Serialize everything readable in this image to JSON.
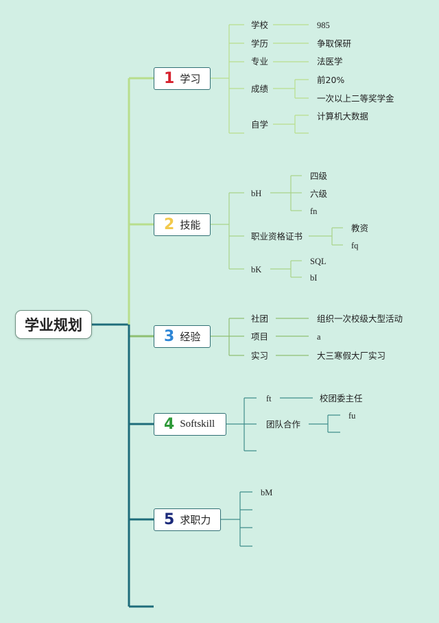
{
  "root": {
    "label": "学业规划"
  },
  "branches": [
    {
      "num": "1",
      "label": "学习",
      "num_color": "#d6222e",
      "items": [
        {
          "label": "学校",
          "values": [
            "985"
          ]
        },
        {
          "label": "学历",
          "values": [
            "争取保研"
          ]
        },
        {
          "label": "专业",
          "values": [
            "法医学"
          ]
        },
        {
          "label": "成绩",
          "values": [
            "前20%",
            "一次以上二等奖学金"
          ]
        },
        {
          "label": "自学",
          "values": [
            "计算机大数据"
          ]
        }
      ]
    },
    {
      "num": "2",
      "label": "技能",
      "num_color": "#f2c94c",
      "items": [
        {
          "label": "bH",
          "values": [
            "四级",
            "六级",
            "fn"
          ]
        },
        {
          "label": "职业资格证书",
          "values": [
            "教资",
            "fq"
          ]
        },
        {
          "label": "bK",
          "values": [
            "SQL",
            "bI"
          ]
        }
      ]
    },
    {
      "num": "3",
      "label": "经验",
      "num_color": "#2e86d6",
      "items": [
        {
          "label": "社团",
          "values": [
            "组织一次校级大型活动"
          ]
        },
        {
          "label": "项目",
          "values": [
            "a"
          ]
        },
        {
          "label": "实习",
          "values": [
            "大三寒假大厂实习"
          ]
        }
      ]
    },
    {
      "num": "4",
      "label": "Softskill",
      "num_color": "#2f9a3a",
      "items": [
        {
          "label": "ft",
          "values": [
            "校团委主任"
          ]
        },
        {
          "label": "团队合作",
          "values": [
            "fu"
          ]
        }
      ]
    },
    {
      "num": "5",
      "label": "求职力",
      "num_color": "#1b2a7a",
      "items": [
        {
          "label": "bM",
          "values": []
        }
      ]
    }
  ],
  "colors": {
    "background": "#d2efe4",
    "trunk_light": "#b8de8c",
    "trunk_dark": "#1e6c7a"
  }
}
